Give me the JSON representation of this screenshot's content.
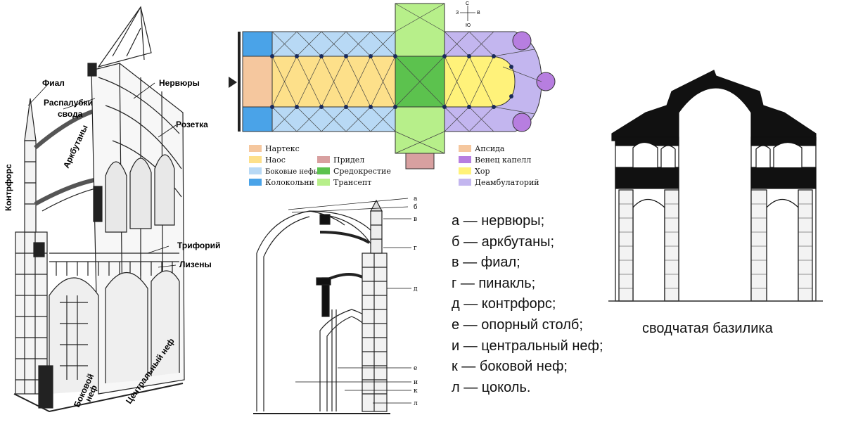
{
  "left_labels": {
    "fial": "Фиал",
    "raspalubki": "Распалубки",
    "svoda": "свода",
    "nervyury": "Нервюры",
    "rozetka": "Розетка",
    "arkbutany": "Аркбутаны",
    "kontrfors": "Контрфорс",
    "triforiy": "Трифорий",
    "lizeny": "Лизены",
    "bokovoy": "Боковой",
    "nef": "неф",
    "centralny": "Центральный неф"
  },
  "compass": {
    "n": "С",
    "s": "Ю",
    "w": "З",
    "e": "В"
  },
  "plan_legend": [
    {
      "label": "Нартекс",
      "color": "#f5c79e"
    },
    {
      "label": "Наос",
      "color": "#fde08a"
    },
    {
      "label": "Боковые нефы",
      "color": "#b8d9f5"
    },
    {
      "label": "Колокольни",
      "color": "#4aa3e8"
    },
    {
      "label": "Придел",
      "color": "#d8a0a0"
    },
    {
      "label": "Средокрестие",
      "color": "#5cc24e"
    },
    {
      "label": "Трансепт",
      "color": "#b7ef8a"
    },
    {
      "label": "Апсида",
      "color": "#f5c79e"
    },
    {
      "label": "Венец капелл",
      "color": "#b77ee0"
    },
    {
      "label": "Хор",
      "color": "#fff27a"
    },
    {
      "label": "Деамбулаторий",
      "color": "#c3b6ef"
    }
  ],
  "section_letters": [
    "а",
    "б",
    "в",
    "г",
    "д",
    "е",
    "и",
    "к",
    "л"
  ],
  "legend_list": [
    "а — нервюры;",
    "б — аркбутаны;",
    "в — фиал;",
    "г — пинакль;",
    "д — контрфорс;",
    "е — опорный столб;",
    "и — центральный неф;",
    "к — боковой неф;",
    "л — цоколь."
  ],
  "basilica_caption": "сводчатая базилика"
}
